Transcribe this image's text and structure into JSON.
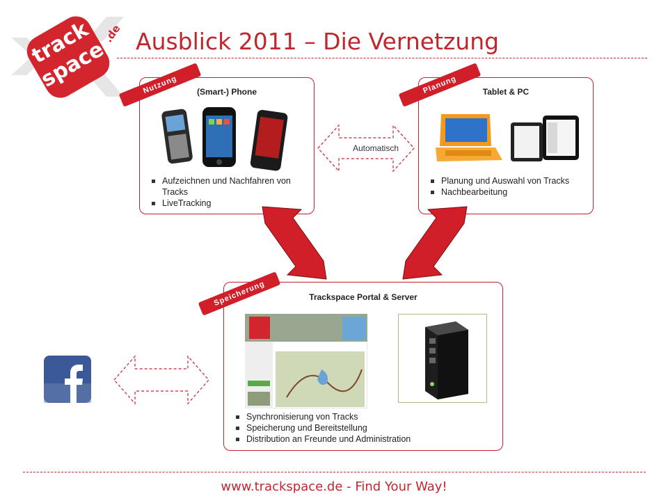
{
  "page": {
    "title": "Ausblick 2011 – Die Vernetzung",
    "footer": "www.trackspace.de - Find Your Way!",
    "logo_text": "trackspace.de",
    "accent_color": "#c0262d"
  },
  "phone_box": {
    "tag": "Nutzung",
    "title": "(Smart-) Phone",
    "bullets": [
      "Aufzeichnen und Nachfahren von Tracks",
      "LiveTracking"
    ]
  },
  "tablet_box": {
    "tag": "Planung",
    "title": "Tablet & PC",
    "bullets": [
      "Planung und Auswahl von Tracks",
      "Nachbearbeitung"
    ]
  },
  "server_box": {
    "tag": "Speicherung",
    "title": "Trackspace Portal & Server",
    "bullets": [
      "Synchronisierung  von Tracks",
      "Speicherung und Bereitstellung",
      "Distribution  an Freunde und Administration"
    ]
  },
  "connector": {
    "label": "Automatisch"
  },
  "icons": [
    "facebook-icon",
    "server-tower-icon",
    "smartphone-icon",
    "laptop-icon",
    "tablet-icon"
  ]
}
